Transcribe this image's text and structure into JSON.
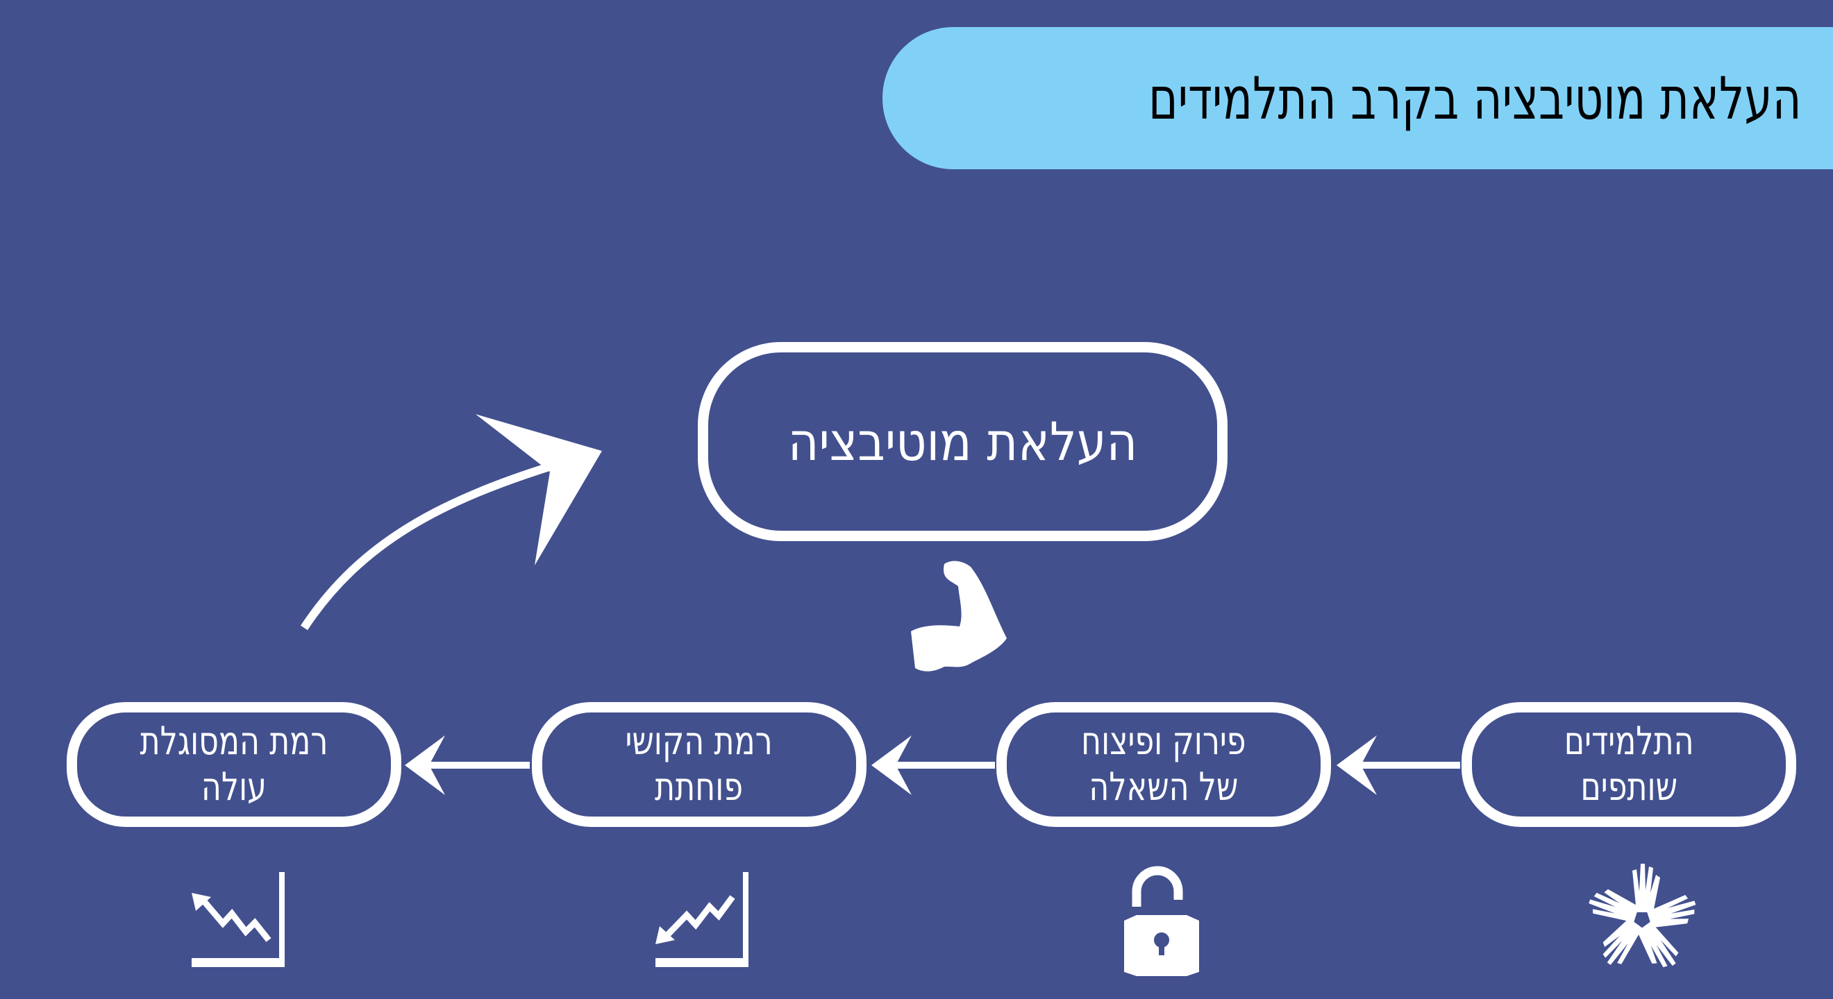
{
  "title": "העלאת מוטיבציה בקרב התלמידים",
  "center": {
    "label": "העלאת מוטיבציה",
    "icon": "flexed-bicep-icon"
  },
  "steps": [
    {
      "line1": "התלמידים",
      "line2": "שותפים",
      "icon": "hands-together-icon"
    },
    {
      "line1": "פירוק ופיצוח",
      "line2": "של השאלה",
      "icon": "unlocked-padlock-icon"
    },
    {
      "line1": "רמת הקושי",
      "line2": "פוחתת",
      "icon": "chart-decreasing-icon"
    },
    {
      "line1": "רמת המסוגלת",
      "line2": "עולה",
      "icon": "chart-increasing-icon"
    }
  ],
  "colors": {
    "background": "#42508e",
    "title_bg": "#81d1f7",
    "foreground": "#ffffff"
  }
}
